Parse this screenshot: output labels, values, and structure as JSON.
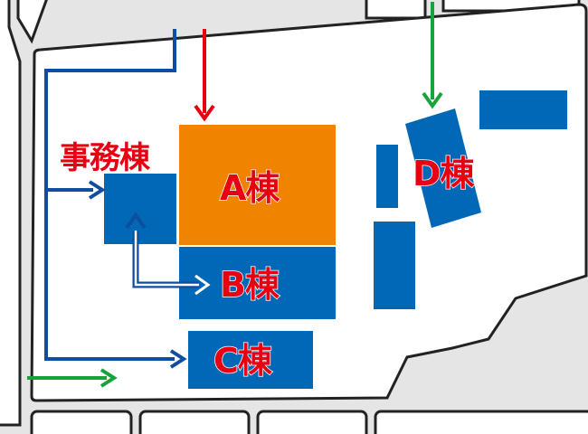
{
  "map": {
    "buildings": {
      "office": {
        "label": "事務棟"
      },
      "a": {
        "label": "A棟",
        "color": "#f08300"
      },
      "b": {
        "label": "B棟"
      },
      "c": {
        "label": "C棟"
      },
      "d": {
        "label": "D棟"
      }
    },
    "colors": {
      "building": "#0068b7",
      "highlight": "#f08300",
      "label": "#e60012",
      "road": "#e5e5e5",
      "site": "#ffffff",
      "route_blue": "#0e4d9f",
      "route_red": "#e60012",
      "route_green": "#15a33a"
    },
    "routes": [
      {
        "name": "blue-route",
        "color": "#0e4d9f"
      },
      {
        "name": "red-arrow",
        "color": "#e60012"
      },
      {
        "name": "green-arrows",
        "color": "#15a33a"
      }
    ]
  }
}
